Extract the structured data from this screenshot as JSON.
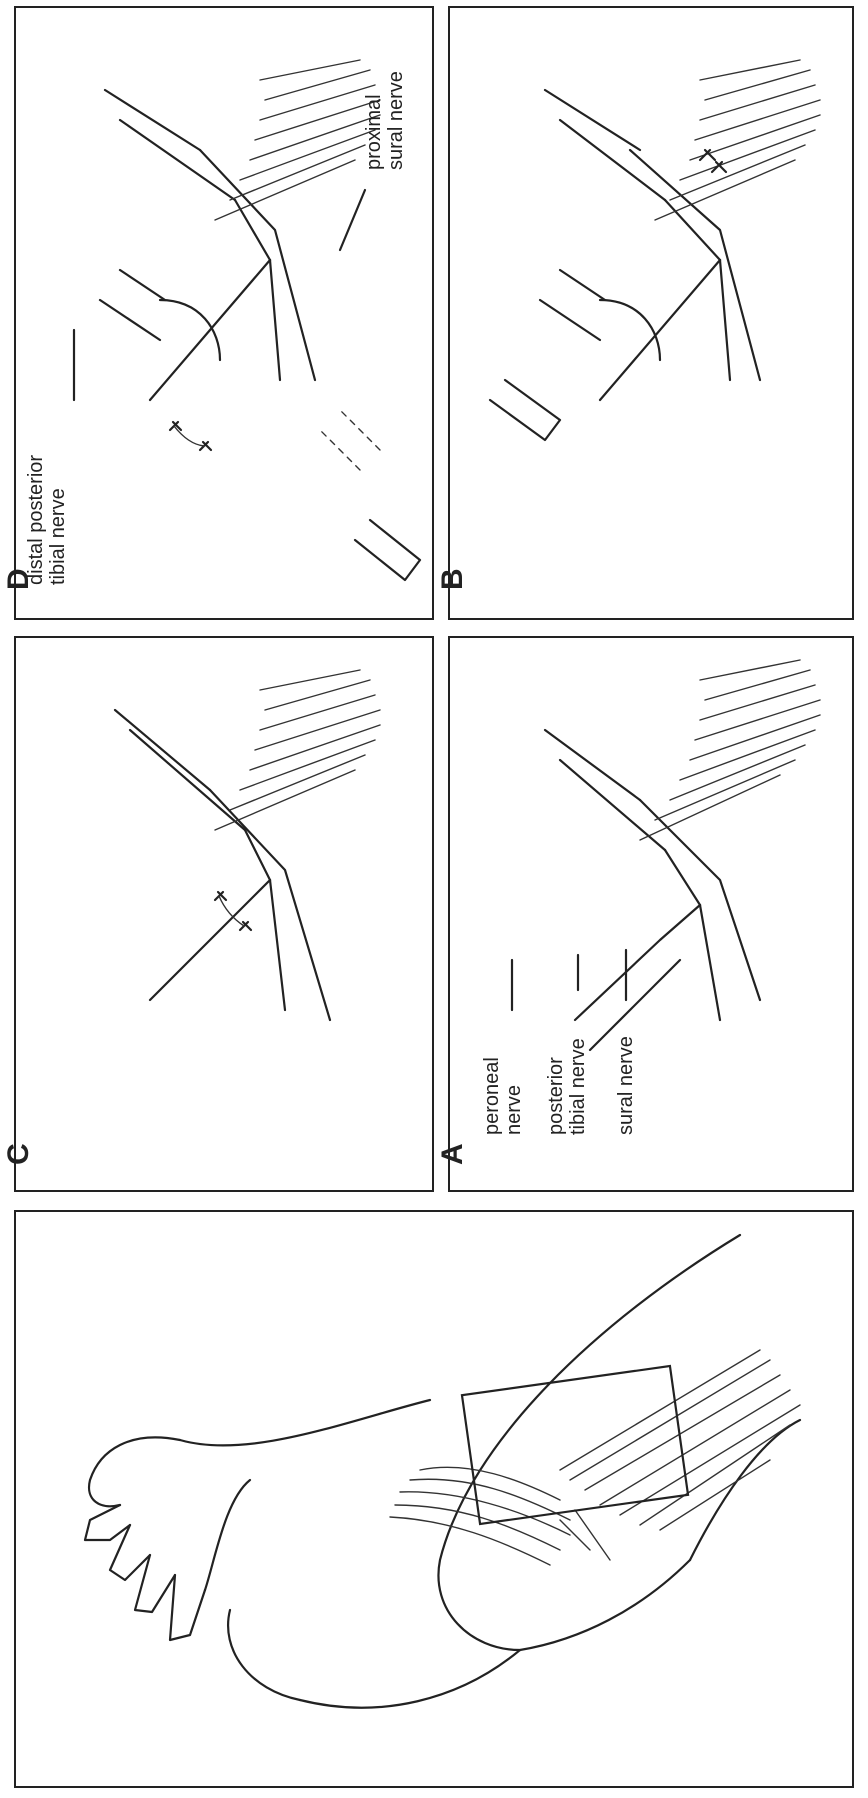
{
  "panels": {
    "A": {
      "letter": "A",
      "labels": {
        "peroneal_1": "peroneal",
        "peroneal_2": "nerve",
        "posterior_1": "posterior",
        "posterior_2": "tibial nerve",
        "sural": "sural nerve"
      }
    },
    "B": {
      "letter": "B"
    },
    "C": {
      "letter": "C"
    },
    "D": {
      "letter": "D",
      "labels": {
        "distal_1": "distal posterior",
        "distal_2": "tibial nerve",
        "proximal_1": "proximal",
        "proximal_2": "sural nerve"
      }
    }
  }
}
